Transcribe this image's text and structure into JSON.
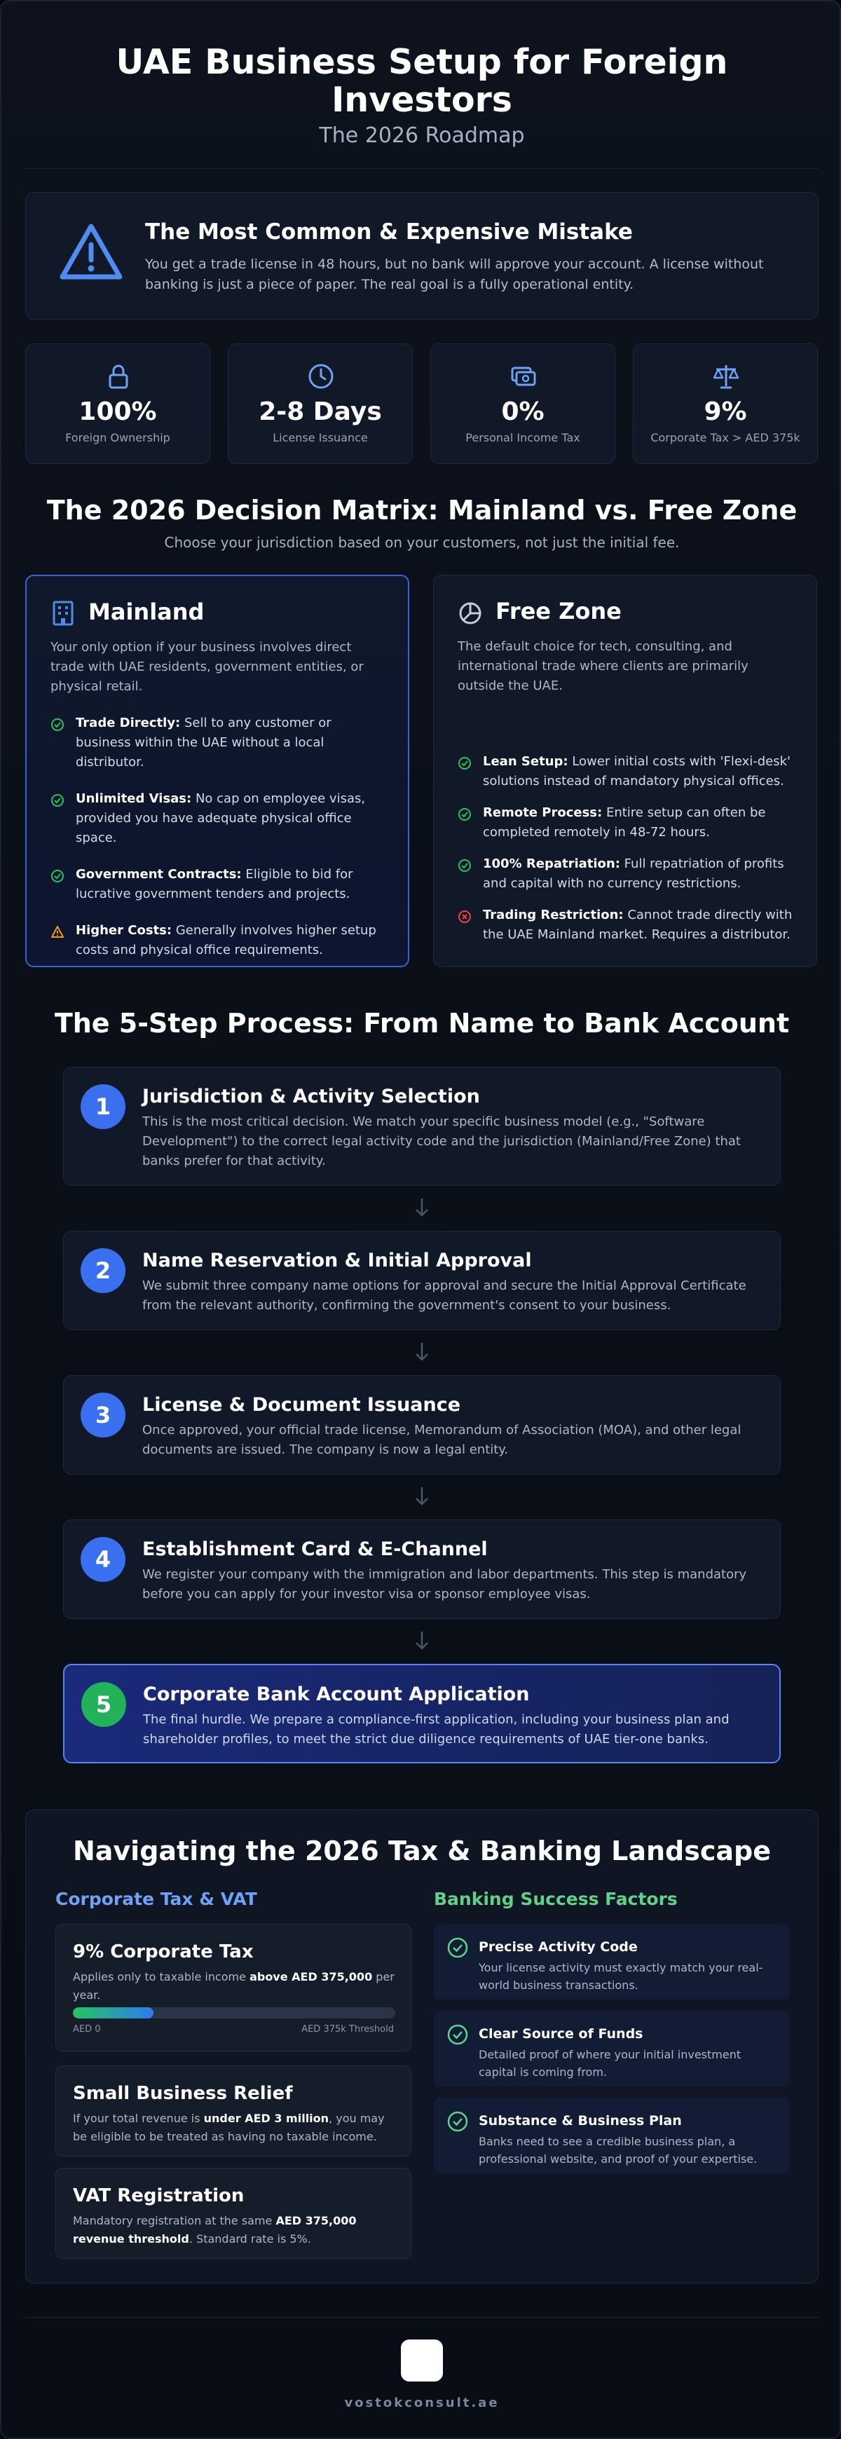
{
  "header": {
    "title": "UAE Business Setup for Foreign Investors",
    "subtitle": "The 2026 Roadmap"
  },
  "mistake": {
    "icon": "warning-triangle-icon",
    "title": "The Most Common & Expensive Mistake",
    "text": "You get a trade license in 48 hours, but no bank will approve your account. A license without banking is just a piece of paper. The real goal is a fully operational entity."
  },
  "stats": [
    {
      "icon": "lock-icon",
      "value": "100%",
      "label": "Foreign Ownership"
    },
    {
      "icon": "clock-icon",
      "value": "2-8 Days",
      "label": "License Issuance"
    },
    {
      "icon": "money-icon",
      "value": "0%",
      "label": "Personal Income Tax"
    },
    {
      "icon": "scale-icon",
      "value": "9%",
      "label": "Corporate Tax > AED 375k"
    }
  ],
  "matrix": {
    "title": "The 2026 Decision Matrix: Mainland vs. Free Zone",
    "subtitle": "Choose your jurisdiction based on your customers, not just the initial fee.",
    "mainland": {
      "title": "Mainland",
      "desc": "Your only option if your business involves direct trade with UAE residents, government entities, or physical retail.",
      "items": [
        {
          "icon": "check-icon",
          "bold": "Trade Directly:",
          "text": " Sell to any customer or business within the UAE without a local distributor."
        },
        {
          "icon": "check-icon",
          "bold": "Unlimited Visas:",
          "text": " No cap on employee visas, provided you have adequate physical office space."
        },
        {
          "icon": "check-icon",
          "bold": "Government Contracts:",
          "text": " Eligible to bid for lucrative government tenders and projects."
        },
        {
          "icon": "warning-icon",
          "bold": "Higher Costs:",
          "text": " Generally involves higher setup costs and physical office requirements."
        }
      ]
    },
    "freezone": {
      "title": "Free Zone",
      "desc": "The default choice for tech, consulting, and international trade where clients are primarily outside the UAE.",
      "items": [
        {
          "icon": "check-icon",
          "bold": "Lean Setup:",
          "text": " Lower initial costs with 'Flexi-desk' solutions instead of mandatory physical offices."
        },
        {
          "icon": "check-icon",
          "bold": "Remote Process:",
          "text": " Entire setup can often be completed remotely in 48-72 hours."
        },
        {
          "icon": "check-icon",
          "bold": "100% Repatriation:",
          "text": " Full repatriation of profits and capital with no currency restrictions."
        },
        {
          "icon": "cross-icon",
          "bold": "Trading Restriction:",
          "text": " Cannot trade directly with the UAE Mainland market. Requires a distributor."
        }
      ]
    }
  },
  "process": {
    "title": "The 5-Step Process: From Name to Bank Account",
    "steps": [
      {
        "num": "1",
        "title": "Jurisdiction & Activity Selection",
        "text": "This is the most critical decision. We match your specific business model (e.g., \"Software Development\") to the correct legal activity code and the jurisdiction (Mainland/Free Zone) that banks prefer for that activity."
      },
      {
        "num": "2",
        "title": "Name Reservation & Initial Approval",
        "text": "We submit three company name options for approval and secure the Initial Approval Certificate from the relevant authority, confirming the government's consent to your business."
      },
      {
        "num": "3",
        "title": "License & Document Issuance",
        "text": "Once approved, your official trade license, Memorandum of Association (MOA), and other legal documents are issued. The company is now a legal entity."
      },
      {
        "num": "4",
        "title": "Establishment Card & E-Channel",
        "text": "We register your company with the immigration and labor departments. This step is mandatory before you can apply for your investor visa or sponsor employee visas."
      },
      {
        "num": "5",
        "title": "Corporate Bank Account Application",
        "text": "The final hurdle. We prepare a compliance-first application, including your business plan and shareholder profiles, to meet the strict due diligence requirements of UAE tier-one banks."
      }
    ]
  },
  "tax": {
    "title": "Navigating the 2026 Tax & Banking Landscape",
    "left_heading": "Corporate Tax & VAT",
    "right_heading": "Banking Success Factors",
    "corporate": {
      "title": "9% Corporate Tax",
      "pre": "Applies only to taxable income ",
      "bold": "above AED 375,000",
      "post": " per year.",
      "bar_fraction": 0.25,
      "bar_start": "AED 0",
      "bar_end": "AED 375k Threshold"
    },
    "relief": {
      "title": "Small Business Relief",
      "pre": "If your total revenue is ",
      "bold": "under AED 3 million",
      "post": ", you may be eligible to be treated as having no taxable income."
    },
    "vat": {
      "title": "VAT Registration",
      "pre": "Mandatory registration at the same ",
      "bold": "AED 375,000 revenue threshold",
      "post": ". Standard rate is 5%."
    },
    "banking": [
      {
        "title": "Precise Activity Code",
        "text": "Your license activity must exactly match your real-world business transactions."
      },
      {
        "title": "Clear Source of Funds",
        "text": "Detailed proof of where your initial investment capital is coming from."
      },
      {
        "title": "Substance & Business Plan",
        "text": "Banks need to see a credible business plan, a professional website, and proof of your expertise."
      }
    ]
  },
  "footer": {
    "site": "vostokconsult.ae"
  }
}
